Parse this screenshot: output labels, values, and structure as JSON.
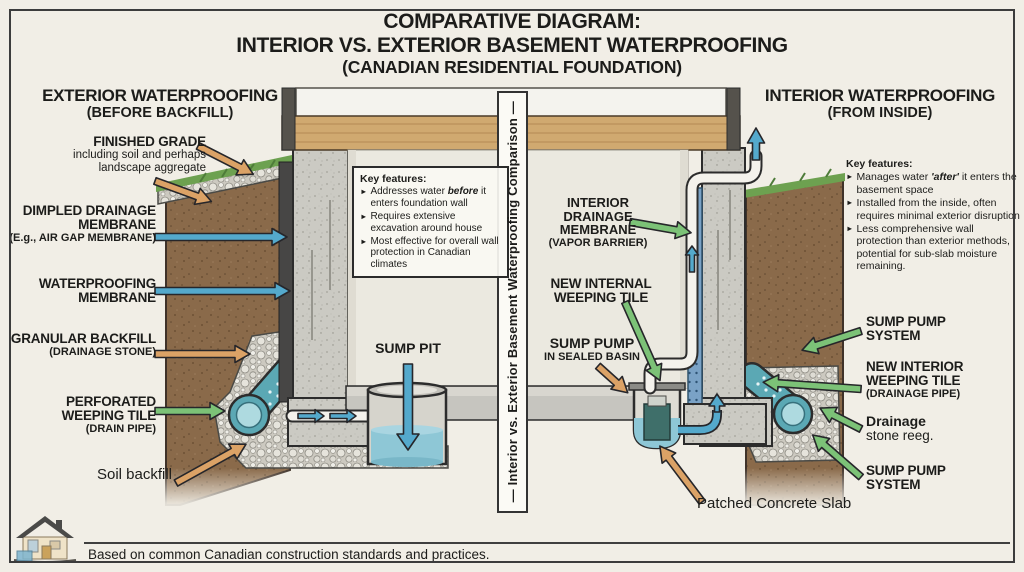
{
  "title": {
    "line1": "COMPARATIVE DIAGRAM:",
    "line2": "INTERIOR VS. EXTERIOR BASEMENT WATERPROOFING",
    "line3": "(CANADIAN RESIDENTIAL FOUNDATION)"
  },
  "divider": "— Interior vs. Exterior Basement Waterproofing Comparison —",
  "exterior": {
    "heading": "EXTERIOR WATERPROOFING",
    "subheading": "(BEFORE BACKFILL)",
    "key_features": {
      "heading": "Key features:",
      "b1_pre": "Addresses water ",
      "b1_em": "before",
      "b1_post": " it enters foundation wall",
      "b2": "Requires extensive excavation around house",
      "b3": "Most effective for overall wall protection in Canadian climates"
    },
    "labels": {
      "finished_grade": {
        "title": "FINISHED GRADE",
        "sub": "including soil and perhaps landscape aggregate"
      },
      "dimpled": {
        "title": "DIMPLED DRAINAGE MEMBRANE",
        "sub": "(E.g., AIR GAP MEMBRANE)"
      },
      "waterproofing": {
        "title": "WATERPROOFING MEMBRANE"
      },
      "granular": {
        "title": "GRANULAR BACKFILL",
        "sub": "(DRAINAGE STONE)"
      },
      "perforated": {
        "title": "PERFORATED WEEPING TILE",
        "sub": "(DRAIN PIPE)"
      },
      "soil_backfill": "Soil backfill"
    }
  },
  "interior": {
    "heading": "INTERIOR WATERPROOFING",
    "subheading": "(FROM INSIDE)",
    "key_features": {
      "heading": "Key features:",
      "b1_pre": "Manages water ",
      "b1_em": "'after'",
      "b1_post": " it enters the basement space",
      "b2": "Installed from the inside, often requires minimal exterior disruption",
      "b3": "Less comprehensive wall protection than exterior methods, potential for sub-slab moisture remaining."
    },
    "labels": {
      "sump_pump_system_top": "SUMP PUMP SYSTEM",
      "new_interior_weeping": {
        "title": "NEW INTERIOR WEEPING TILE",
        "sub": "(DRAINAGE PIPE)"
      },
      "drainage_stone": {
        "title": "Drainage",
        "sub": "stone reeg."
      },
      "sump_pump_system_bottom": "SUMP PUMP SYSTEM"
    }
  },
  "center": {
    "sump_pit": "SUMP PIT",
    "interior_membrane": {
      "title": "INTERIOR DRAINAGE MEMBRANE",
      "sub": "(VAPOR BARRIER)"
    },
    "new_internal_weeping": "NEW INTERNAL WEEPING TILE",
    "sump_pump_basin": {
      "title": "SUMP PUMP",
      "sub": "IN SEALED BASIN"
    },
    "patched_slab": "Patched Concrete Slab"
  },
  "footer": {
    "note": "Based on common Canadian construction standards and practices."
  },
  "glyphs": {
    "bullet": "►"
  },
  "colors": {
    "background": "#f1eee6",
    "frame": "#3c3c3c",
    "ink": "#1c1c1a",
    "soil": "#8a6a4a",
    "grass": "#6da150",
    "concrete": "#cbcac3",
    "wood": "#d0a970",
    "membrane_dark": "#474645",
    "membrane_blue": "#6f9ec6",
    "pipe_teal": "#5ba8b4",
    "water": "#8ec7d6",
    "arrow_blue": "#54a9cc",
    "arrow_green": "#7cc277",
    "arrow_orange": "#dba266"
  }
}
